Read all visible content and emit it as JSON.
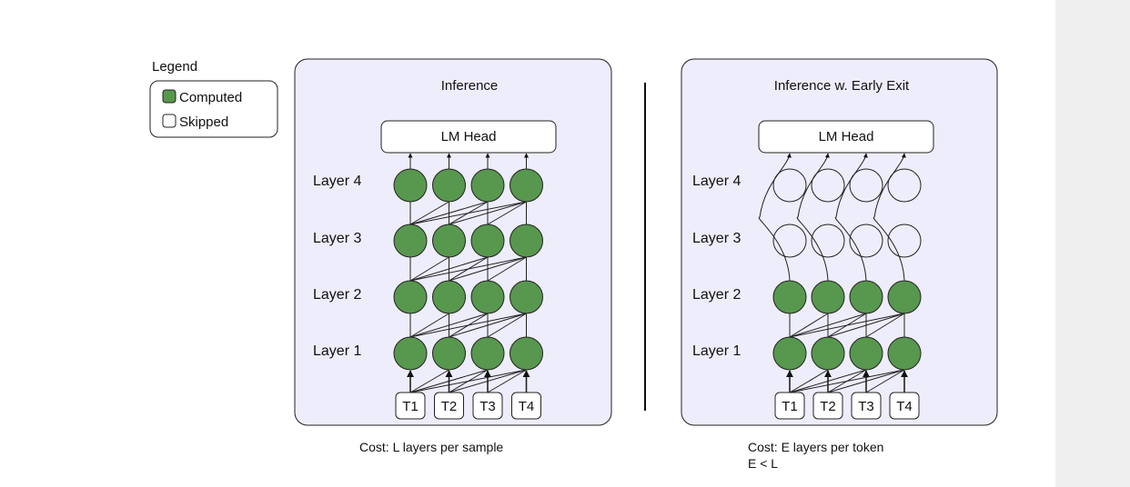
{
  "legend": {
    "title": "Legend",
    "computed_label": "Computed",
    "skipped_label": "Skipped"
  },
  "colors": {
    "computed": "#58974e",
    "skipped": "#ffffff",
    "panel_bg": "#eeedfb",
    "sidebar": "#efefef"
  },
  "layer_labels": [
    "Layer 4",
    "Layer 3",
    "Layer 2",
    "Layer 1"
  ],
  "panels": [
    {
      "title": "Inference",
      "head_label": "LM Head",
      "tokens": [
        "T1",
        "T2",
        "T3",
        "T4"
      ],
      "computed_layers": 4,
      "cost_lines": [
        "Cost: L layers per sample"
      ]
    },
    {
      "title": "Inference w. Early Exit",
      "head_label": "LM Head",
      "tokens": [
        "T1",
        "T2",
        "T3",
        "T4"
      ],
      "computed_layers": 2,
      "cost_lines": [
        "Cost: E layers per token",
        "E < L"
      ]
    }
  ]
}
